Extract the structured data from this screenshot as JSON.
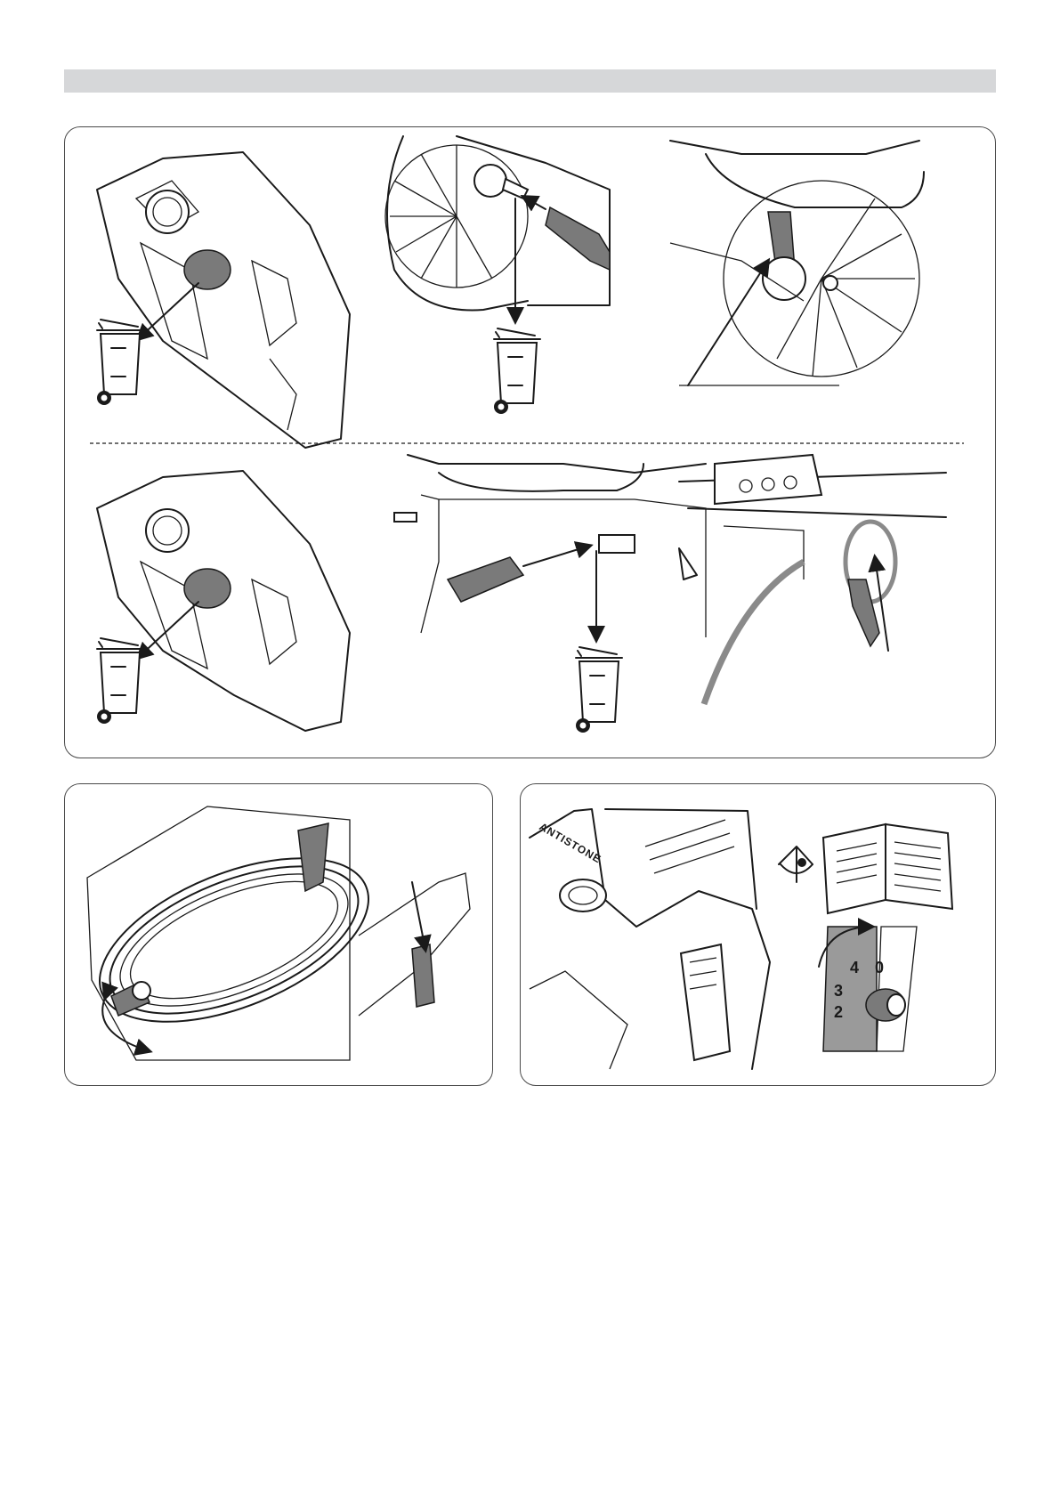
{
  "header": {
    "bar_color": "#d6d7d9"
  },
  "panel_top": {
    "steps": [
      {
        "name": "remove-cap-top",
        "icon": "trash-bin-icon"
      },
      {
        "name": "remove-connector-reel",
        "icon": "trash-bin-icon"
      },
      {
        "name": "reel-crank",
        "icon": "arrow-pointer-icon"
      },
      {
        "name": "remove-cap-bottom",
        "icon": "trash-bin-icon"
      },
      {
        "name": "remove-connector-outlet",
        "icon": "trash-bin-icon"
      },
      {
        "name": "connect-hose-gun",
        "icon": "arrow-pointer-icon"
      }
    ]
  },
  "panel_bottom_left": {
    "icons": [
      "cable-coil-icon",
      "rotate-arrow-icon",
      "cable-hook-icon"
    ]
  },
  "panel_bottom_right": {
    "brand_label": "ANTISTONE",
    "dial_numbers": [
      "4",
      "3",
      "2",
      "0"
    ],
    "icons": [
      "eye-icon",
      "manual-book-icon",
      "rotate-arrow-icon",
      "dial-knob-icon"
    ]
  }
}
